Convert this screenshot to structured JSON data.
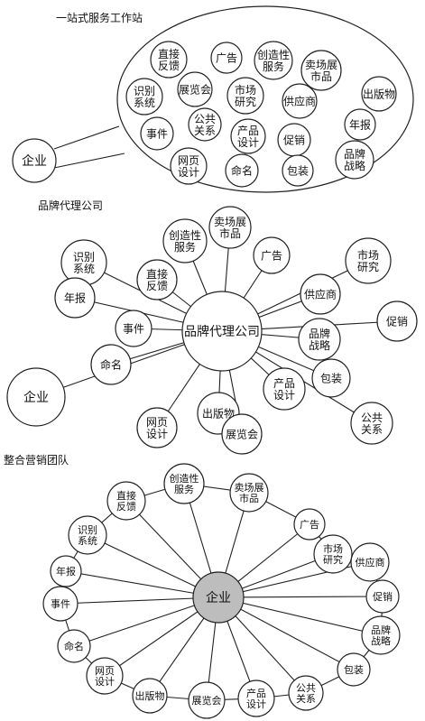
{
  "panel1": {
    "title": "一站式服务工作站",
    "enterprise": "企业",
    "nodes": [
      {
        "key": "zhijie",
        "lines": [
          "直接",
          "反馈"
        ]
      },
      {
        "key": "guanggao",
        "lines": [
          "广告"
        ]
      },
      {
        "key": "chuangzao",
        "lines": [
          "创造性",
          "服务"
        ]
      },
      {
        "key": "maichang",
        "lines": [
          "卖场展",
          "市品"
        ]
      },
      {
        "key": "shibie",
        "lines": [
          "识别",
          "系统"
        ]
      },
      {
        "key": "zhanlan",
        "lines": [
          "展览会"
        ]
      },
      {
        "key": "shichang",
        "lines": [
          "市场",
          "研究"
        ]
      },
      {
        "key": "gongying",
        "lines": [
          "供应商"
        ]
      },
      {
        "key": "chuban",
        "lines": [
          "出版物"
        ]
      },
      {
        "key": "shijian",
        "lines": [
          "事件"
        ]
      },
      {
        "key": "gonggong",
        "lines": [
          "公共",
          "关系"
        ]
      },
      {
        "key": "chanpin",
        "lines": [
          "产品",
          "设计"
        ]
      },
      {
        "key": "nianbao",
        "lines": [
          "年报"
        ]
      },
      {
        "key": "cuxiao",
        "lines": [
          "促销"
        ]
      },
      {
        "key": "wangye",
        "lines": [
          "网页",
          "设计"
        ]
      },
      {
        "key": "mingming",
        "lines": [
          "命名"
        ]
      },
      {
        "key": "baozhuang",
        "lines": [
          "包装"
        ]
      },
      {
        "key": "pinpai",
        "lines": [
          "品牌",
          "战略"
        ]
      }
    ]
  },
  "panel2": {
    "title": "品牌代理公司",
    "center": "品牌代理公司",
    "nodes": [
      {
        "key": "chuangzao",
        "lines": [
          "创造性",
          "服务"
        ]
      },
      {
        "key": "maichang",
        "lines": [
          "卖场展",
          "市品"
        ]
      },
      {
        "key": "shichang",
        "lines": [
          "市场",
          "研究"
        ]
      },
      {
        "key": "shibie",
        "lines": [
          "识别",
          "系统"
        ]
      },
      {
        "key": "zhijie",
        "lines": [
          "直接",
          "反馈"
        ]
      },
      {
        "key": "guanggao",
        "lines": [
          "广告"
        ]
      },
      {
        "key": "gongying",
        "lines": [
          "供应商"
        ]
      },
      {
        "key": "nianbao",
        "lines": [
          "年报"
        ]
      },
      {
        "key": "cuxiao",
        "lines": [
          "促销"
        ]
      },
      {
        "key": "shijian",
        "lines": [
          "事件"
        ]
      },
      {
        "key": "pinpai",
        "lines": [
          "品牌",
          "战略"
        ]
      },
      {
        "key": "mingming",
        "lines": [
          "命名"
        ]
      },
      {
        "key": "baozhuang",
        "lines": [
          "包装"
        ]
      },
      {
        "key": "chanpin",
        "lines": [
          "产品",
          "设计"
        ]
      },
      {
        "key": "chuban",
        "lines": [
          "出版物"
        ]
      },
      {
        "key": "qiye",
        "lines": [
          "企业"
        ]
      },
      {
        "key": "wangye",
        "lines": [
          "网页",
          "设计"
        ]
      },
      {
        "key": "zhanlan",
        "lines": [
          "展览会"
        ]
      },
      {
        "key": "gonggong",
        "lines": [
          "公共",
          "关系"
        ]
      }
    ]
  },
  "panel3": {
    "title": "整合营销团队",
    "center": "企业",
    "nodes": [
      {
        "key": "chuangzao",
        "lines": [
          "创造性",
          "服务"
        ]
      },
      {
        "key": "maichang",
        "lines": [
          "卖场展",
          "市品"
        ]
      },
      {
        "key": "zhijie",
        "lines": [
          "直接",
          "反馈"
        ]
      },
      {
        "key": "guanggao",
        "lines": [
          "广告"
        ]
      },
      {
        "key": "shibie",
        "lines": [
          "识别",
          "系统"
        ]
      },
      {
        "key": "shichang",
        "lines": [
          "市场",
          "研究"
        ]
      },
      {
        "key": "gongying",
        "lines": [
          "供应商"
        ]
      },
      {
        "key": "nianbao",
        "lines": [
          "年报"
        ]
      },
      {
        "key": "shijian",
        "lines": [
          "事件"
        ]
      },
      {
        "key": "cuxiao",
        "lines": [
          "促销"
        ]
      },
      {
        "key": "pinpai",
        "lines": [
          "品牌",
          "战略"
        ]
      },
      {
        "key": "mingming",
        "lines": [
          "命名"
        ]
      },
      {
        "key": "baozhuang",
        "lines": [
          "包装"
        ]
      },
      {
        "key": "wangye",
        "lines": [
          "网页",
          "设计"
        ]
      },
      {
        "key": "gonggong",
        "lines": [
          "公共",
          "关系"
        ]
      },
      {
        "key": "chuban",
        "lines": [
          "出版物"
        ]
      },
      {
        "key": "zhanlan",
        "lines": [
          "展览会"
        ]
      },
      {
        "key": "chanpin",
        "lines": [
          "产品",
          "设计"
        ]
      }
    ]
  }
}
